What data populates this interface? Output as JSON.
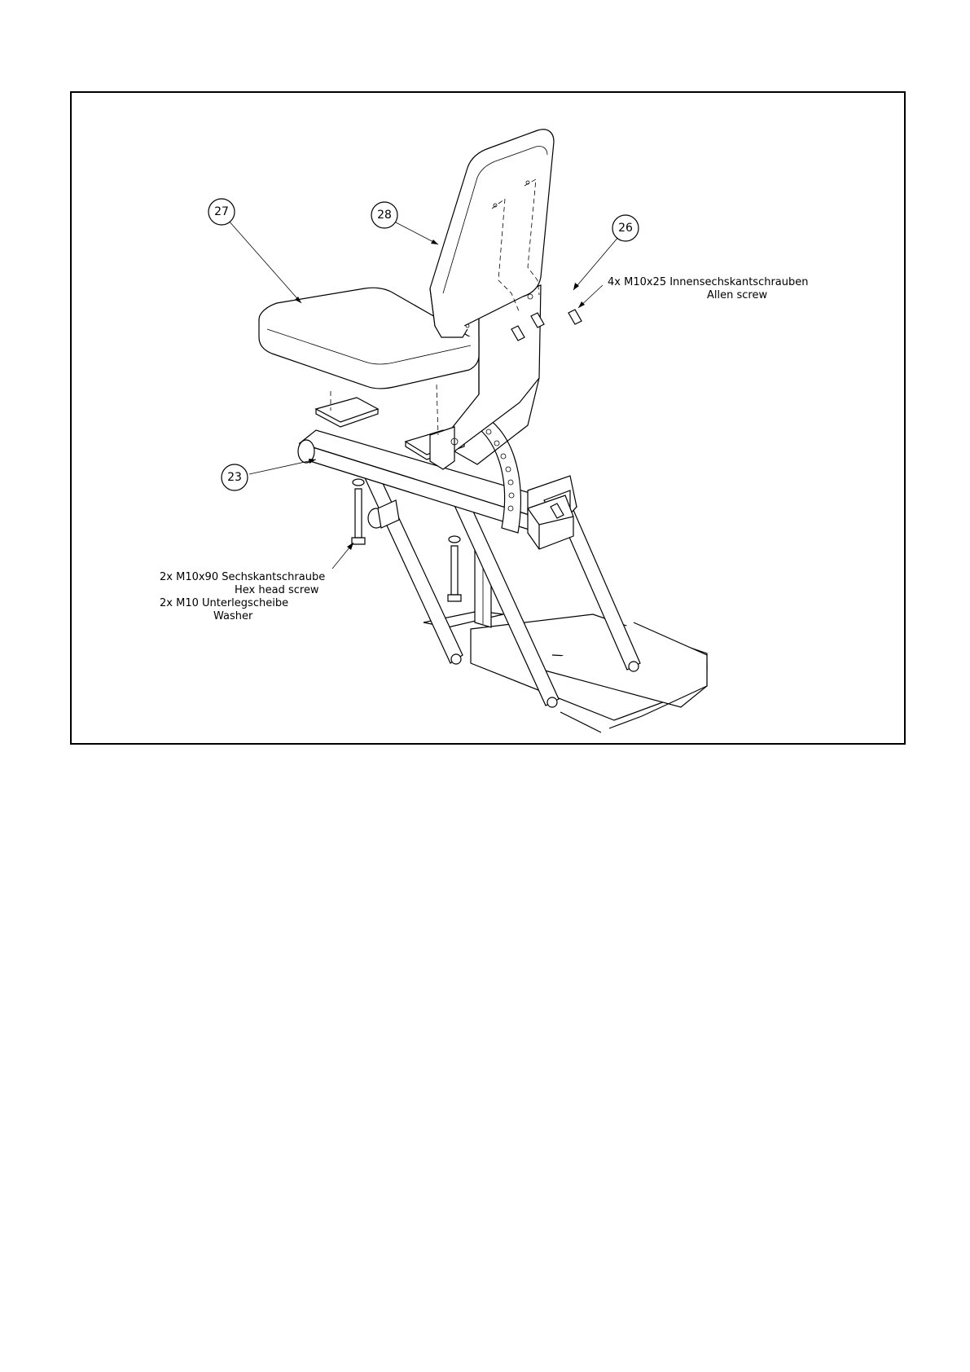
{
  "diagram": {
    "parts": [
      {
        "id": "27"
      },
      {
        "id": "28"
      },
      {
        "id": "26"
      },
      {
        "id": "23"
      }
    ],
    "annotations": {
      "allen": {
        "line1": "4x M10x25 Innensechskantschrauben",
        "line2": "Allen screw"
      },
      "hex": {
        "line1": "2x M10x90 Sechskantschraube",
        "line2": "Hex head screw",
        "line3": "2x M10 Unterlegscheibe",
        "line4": "Washer"
      }
    }
  }
}
